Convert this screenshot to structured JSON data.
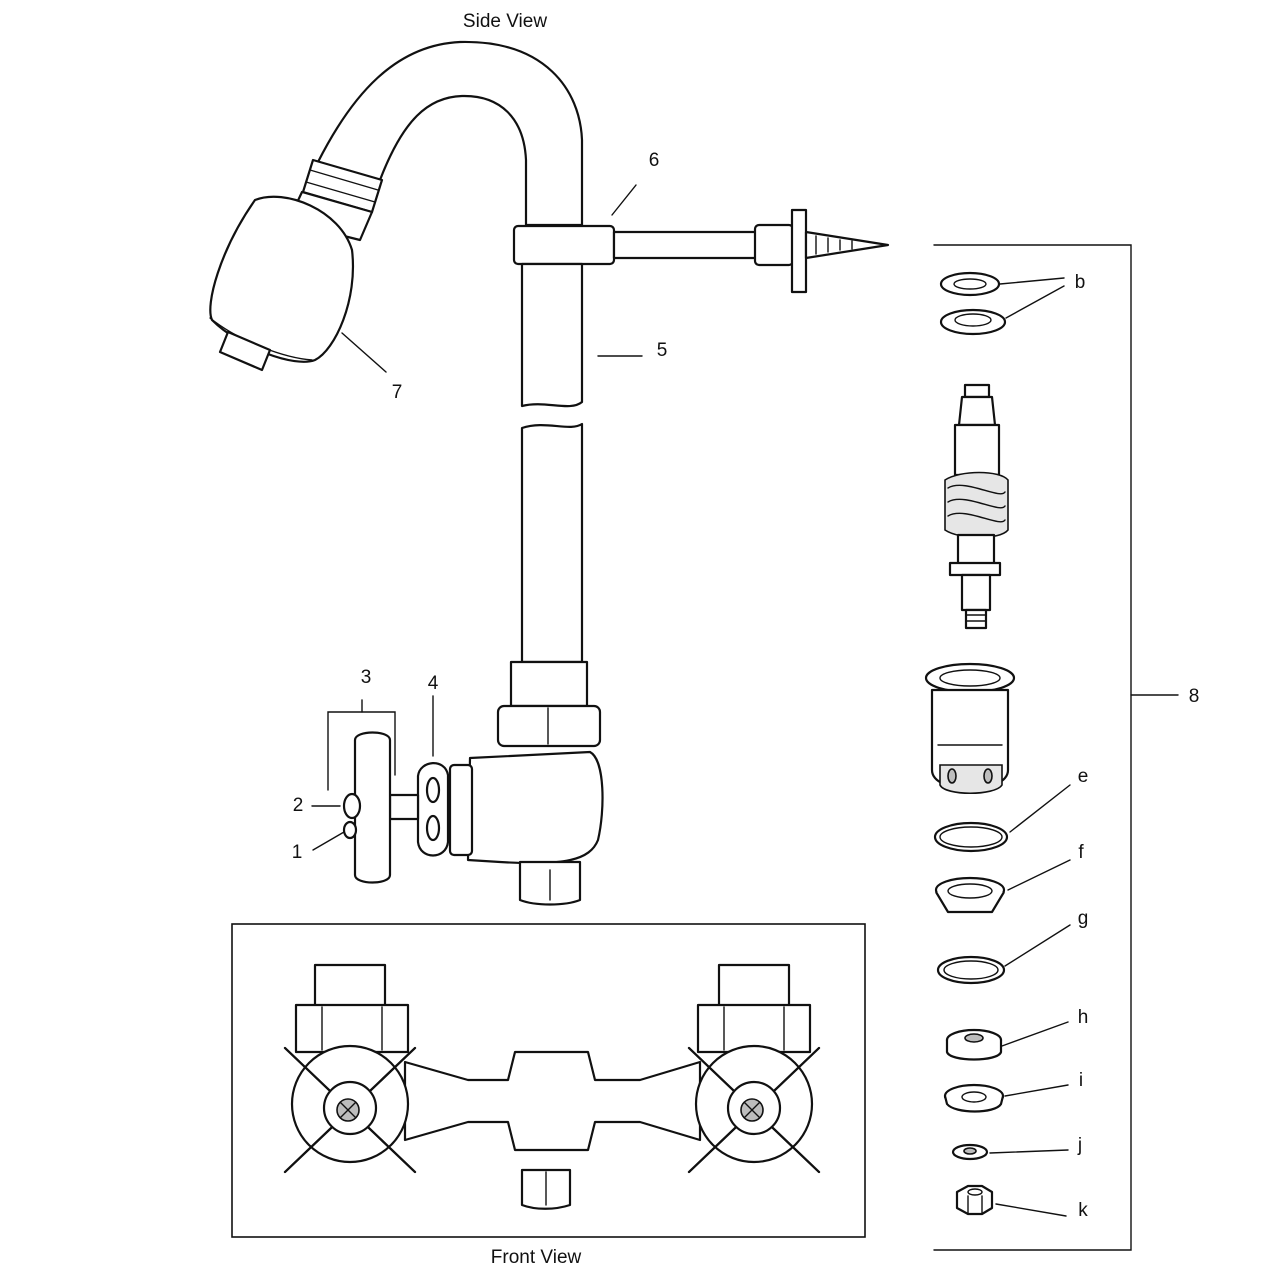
{
  "captions": {
    "side_view": "Side View",
    "front_view": "Front View"
  },
  "callouts": {
    "c1": "1",
    "c2": "2",
    "c3": "3",
    "c4": "4",
    "c5": "5",
    "c6": "6",
    "c7": "7",
    "c8": "8",
    "b": "b",
    "e": "e",
    "f": "f",
    "g": "g",
    "h": "h",
    "i": "i",
    "j": "j",
    "k": "k"
  },
  "colors": {
    "line": "#111111",
    "background": "#ffffff",
    "shade": "#bdbdbd"
  }
}
